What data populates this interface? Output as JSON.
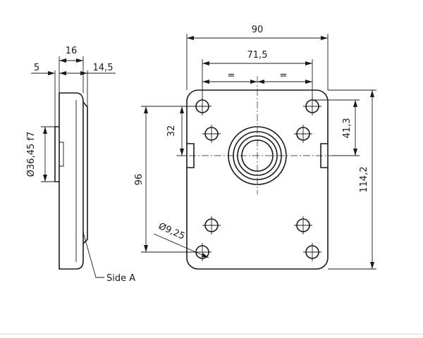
{
  "side_view": {
    "dim_5": "5",
    "dim_16": "16",
    "dim_14_5": "14,5",
    "dim_diameter": "Ø36,45 f7",
    "side_label": "Side A"
  },
  "front_view": {
    "dim_90": "90",
    "dim_71_5": "71,5",
    "eq_left": "=",
    "eq_right": "=",
    "dim_32": "32",
    "dim_41_3": "41,3",
    "dim_96": "96",
    "dim_114_2": "114,2",
    "dim_hole": "Ø9,25"
  }
}
